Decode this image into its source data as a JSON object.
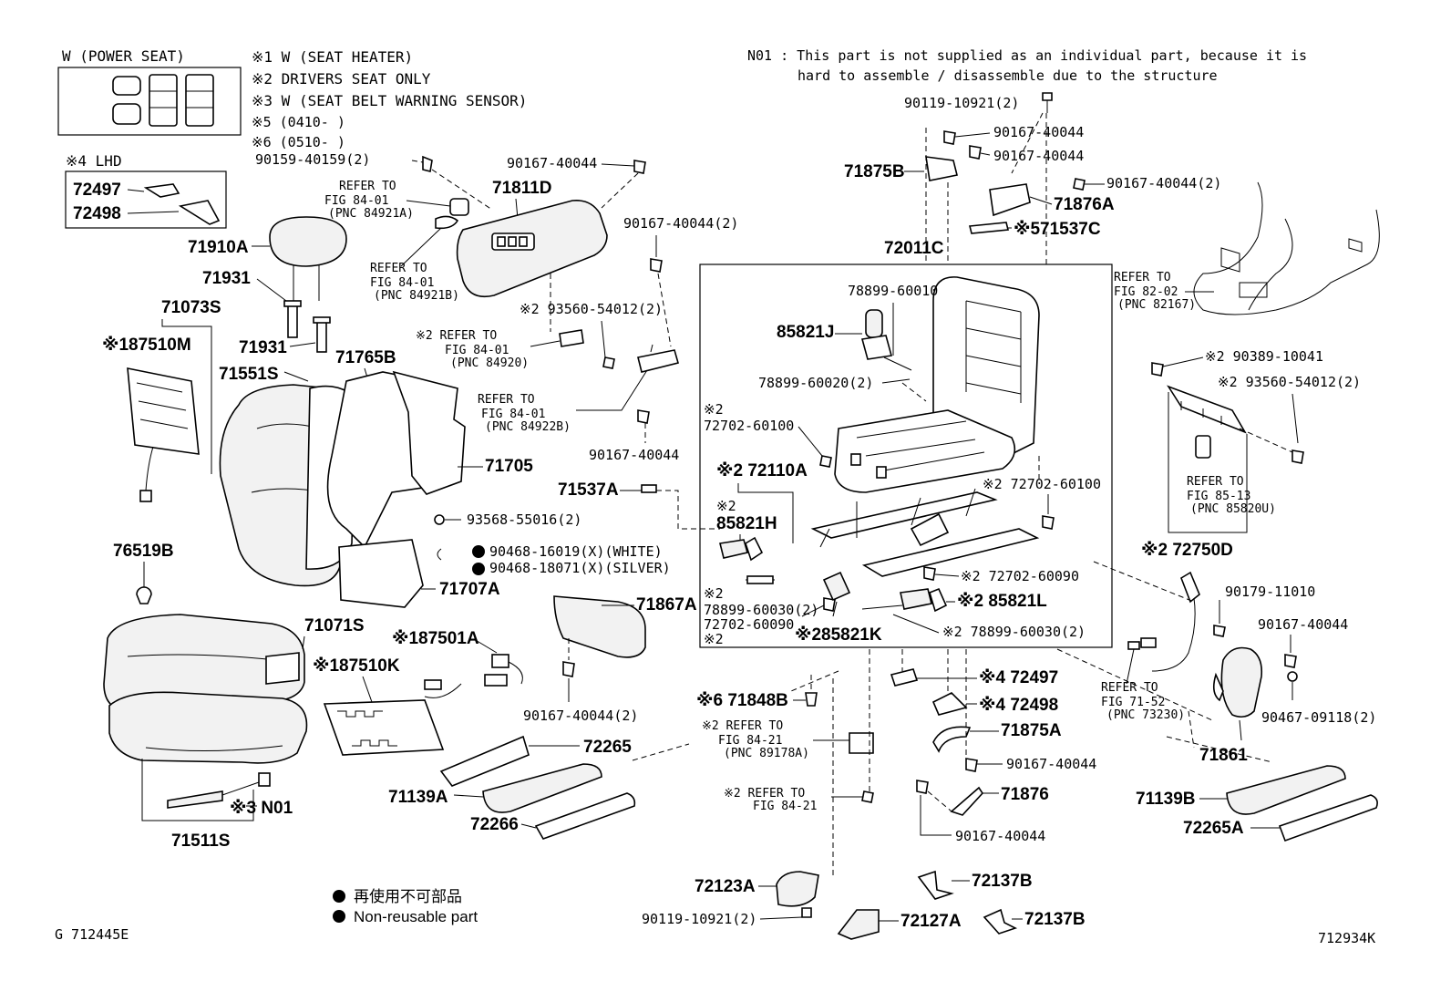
{
  "header": {
    "power_seat": "W (POWER SEAT)",
    "notes": [
      "※1 W (SEAT HEATER)",
      "※2 DRIVERS SEAT ONLY",
      "※3 W (SEAT BELT WARNING SENSOR)",
      "※5 (0410-     )",
      "※6 (0510-     )"
    ],
    "lhd_label": "※4 LHD",
    "n01_note_line1": "N01 : This part is not supplied as an individual part, because it is",
    "n01_note_line2": "hard to assemble / disassemble due to the structure"
  },
  "parts": {
    "p72497_lhd": "72497",
    "p72498_lhd": "72498",
    "p90159": "90159-40159(2)",
    "p90167_a": "90167-40044",
    "p71811D": "71811D",
    "p71910A": "71910A",
    "p71931_a": "71931",
    "p71931_b": "71931",
    "p71073S": "71073S",
    "p87510M": "※187510M",
    "p71551S": "71551S",
    "p71765B": "71765B",
    "p71705": "71705",
    "p93568": "93568-55016(2)",
    "p90468_w": "90468-16019(X)(WHITE)",
    "p90468_s": "90468-18071(X)(SILVER)",
    "p71707A": "71707A",
    "p76519B": "76519B",
    "p71071S": "71071S",
    "p87501A": "※187501A",
    "p87510K": "※187510K",
    "p71511S": "71511S",
    "p_n01": "※3 N01",
    "p71867A": "71867A",
    "p90167_2b": "90167-40044(2)",
    "p72265": "72265",
    "p71139A": "71139A",
    "p72266": "72266",
    "p90167_2": "90167-40044(2)",
    "p93560_a": "※2  93560-54012(2)",
    "p90167_c": "90167-40044",
    "p71537A": "71537A",
    "p90119_top": "90119-10921(2)",
    "p90167_d": "90167-40044",
    "p90167_e": "90167-40044",
    "p71875B": "71875B",
    "p90167_f": "90167-40044(2)",
    "p71876A": "71876A",
    "p71537C": "※571537C",
    "p72011C": "72011C",
    "p78899_10": "78899-60010",
    "p85821J": "85821J",
    "p78899_20": "78899-60020(2)",
    "p72702_a": "72702-60100",
    "p72110A": "※2 72110A",
    "p85821H": "85821H",
    "p72702_b": "※2 72702-60100",
    "p72702_c": "※2 72702-60090",
    "p78899_30a": "78899-60030(2)",
    "p72702_d": "72702-60090",
    "p85821K": "※285821K",
    "p85821L": "※2 85821L",
    "p78899_30b": "※2 78899-60030(2)",
    "p90389": "※2 90389-10041",
    "p93560_b": "※2  93560-54012(2)",
    "p72750D": "※2 72750D",
    "p90179": "90179-11010",
    "p90167_g": "90167-40044",
    "p90467": "90467-09118(2)",
    "p71861": "71861",
    "p71139B": "71139B",
    "p72265A": "72265A",
    "p71848B": "※6 71848B",
    "p72497": "※4 72497",
    "p72498": "※4 72498",
    "p71875A": "71875A",
    "p90167_h": "90167-40044",
    "p71876": "71876",
    "p90167_i": "90167-40044",
    "p72123A": "72123A",
    "p90119_bot": "90119-10921(2)",
    "p72127A": "72127A",
    "p72137B_a": "72137B",
    "p72137B_b": "72137B"
  },
  "refs": {
    "r1": [
      "REFER TO",
      "FIG 84-01",
      "(PNC 84921A)"
    ],
    "r2": [
      "REFER TO",
      "FIG 84-01",
      "(PNC 84921B)"
    ],
    "r3": [
      "※2 REFER TO",
      "FIG 84-01",
      "(PNC 84920)"
    ],
    "r4": [
      "REFER TO",
      "FIG 84-01",
      "(PNC 84922B)"
    ],
    "r5": [
      "REFER TO",
      "FIG 82-02",
      "(PNC 82167)"
    ],
    "r6": [
      "REFER TO",
      "FIG 85-13",
      "(PNC 85820U)"
    ],
    "r7": [
      "REFER TO",
      "FIG 71-52",
      "(PNC 73230)"
    ],
    "r8": [
      "※2 REFER TO",
      "FIG 84-21",
      "(PNC 89178A)"
    ],
    "r9": [
      "※2 REFER TO",
      "FIG 84-21"
    ]
  },
  "legend": {
    "jp": "再使用不可部品",
    "en": "Non-reusable part"
  },
  "footer": {
    "left_code": "G 712445E",
    "right_code": "712934K"
  }
}
